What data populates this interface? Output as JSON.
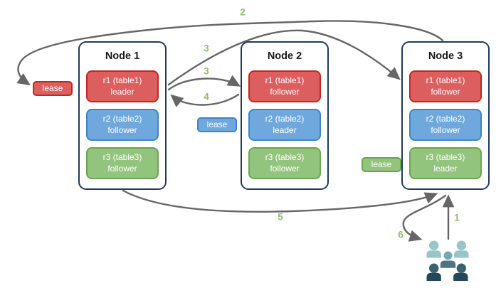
{
  "colors": {
    "canvas_bg": "#FFFFFF",
    "node_border": "#1F3A5F",
    "red_fill": "#DD5E5E",
    "red_border": "#C5261F",
    "blue_fill": "#6FA8DC",
    "blue_border": "#3D85C6",
    "green_fill": "#93C47D",
    "green_border": "#6AA84F",
    "arrow": "#666666",
    "step_label": "#8FBE70",
    "people_light": "#98C5C8",
    "people_mid_head": "#74A9B1",
    "people_mid_body": "#4D7683",
    "people_dark_head": "#3A636F",
    "people_dark_body": "#24475A"
  },
  "nodes": [
    {
      "title": "Node 1",
      "replicas": [
        {
          "name": "r1 (table1)",
          "role": "leader",
          "color": "red"
        },
        {
          "name": "r2 (table2)",
          "role": "follower",
          "color": "blue"
        },
        {
          "name": "r3 (table3)",
          "role": "follower",
          "color": "green"
        }
      ]
    },
    {
      "title": "Node 2",
      "replicas": [
        {
          "name": "r1 (table1)",
          "role": "follower",
          "color": "red"
        },
        {
          "name": "r2 (table2)",
          "role": "leader",
          "color": "blue"
        },
        {
          "name": "r3 (table3)",
          "role": "follower",
          "color": "green"
        }
      ]
    },
    {
      "title": "Node 3",
      "replicas": [
        {
          "name": "r1 (table1)",
          "role": "follower",
          "color": "red"
        },
        {
          "name": "r2 (table2)",
          "role": "follower",
          "color": "blue"
        },
        {
          "name": "r3 (table3)",
          "role": "leader",
          "color": "green"
        }
      ]
    }
  ],
  "leases": [
    {
      "label": "lease",
      "color": "red"
    },
    {
      "label": "lease",
      "color": "blue"
    },
    {
      "label": "lease",
      "color": "green"
    }
  ],
  "steps": [
    {
      "text": "2"
    },
    {
      "text": "3"
    },
    {
      "text": "3"
    },
    {
      "text": "4"
    },
    {
      "text": "5"
    },
    {
      "text": "1"
    },
    {
      "text": "6"
    }
  ],
  "icons": {
    "clients": "users-group-icon"
  }
}
